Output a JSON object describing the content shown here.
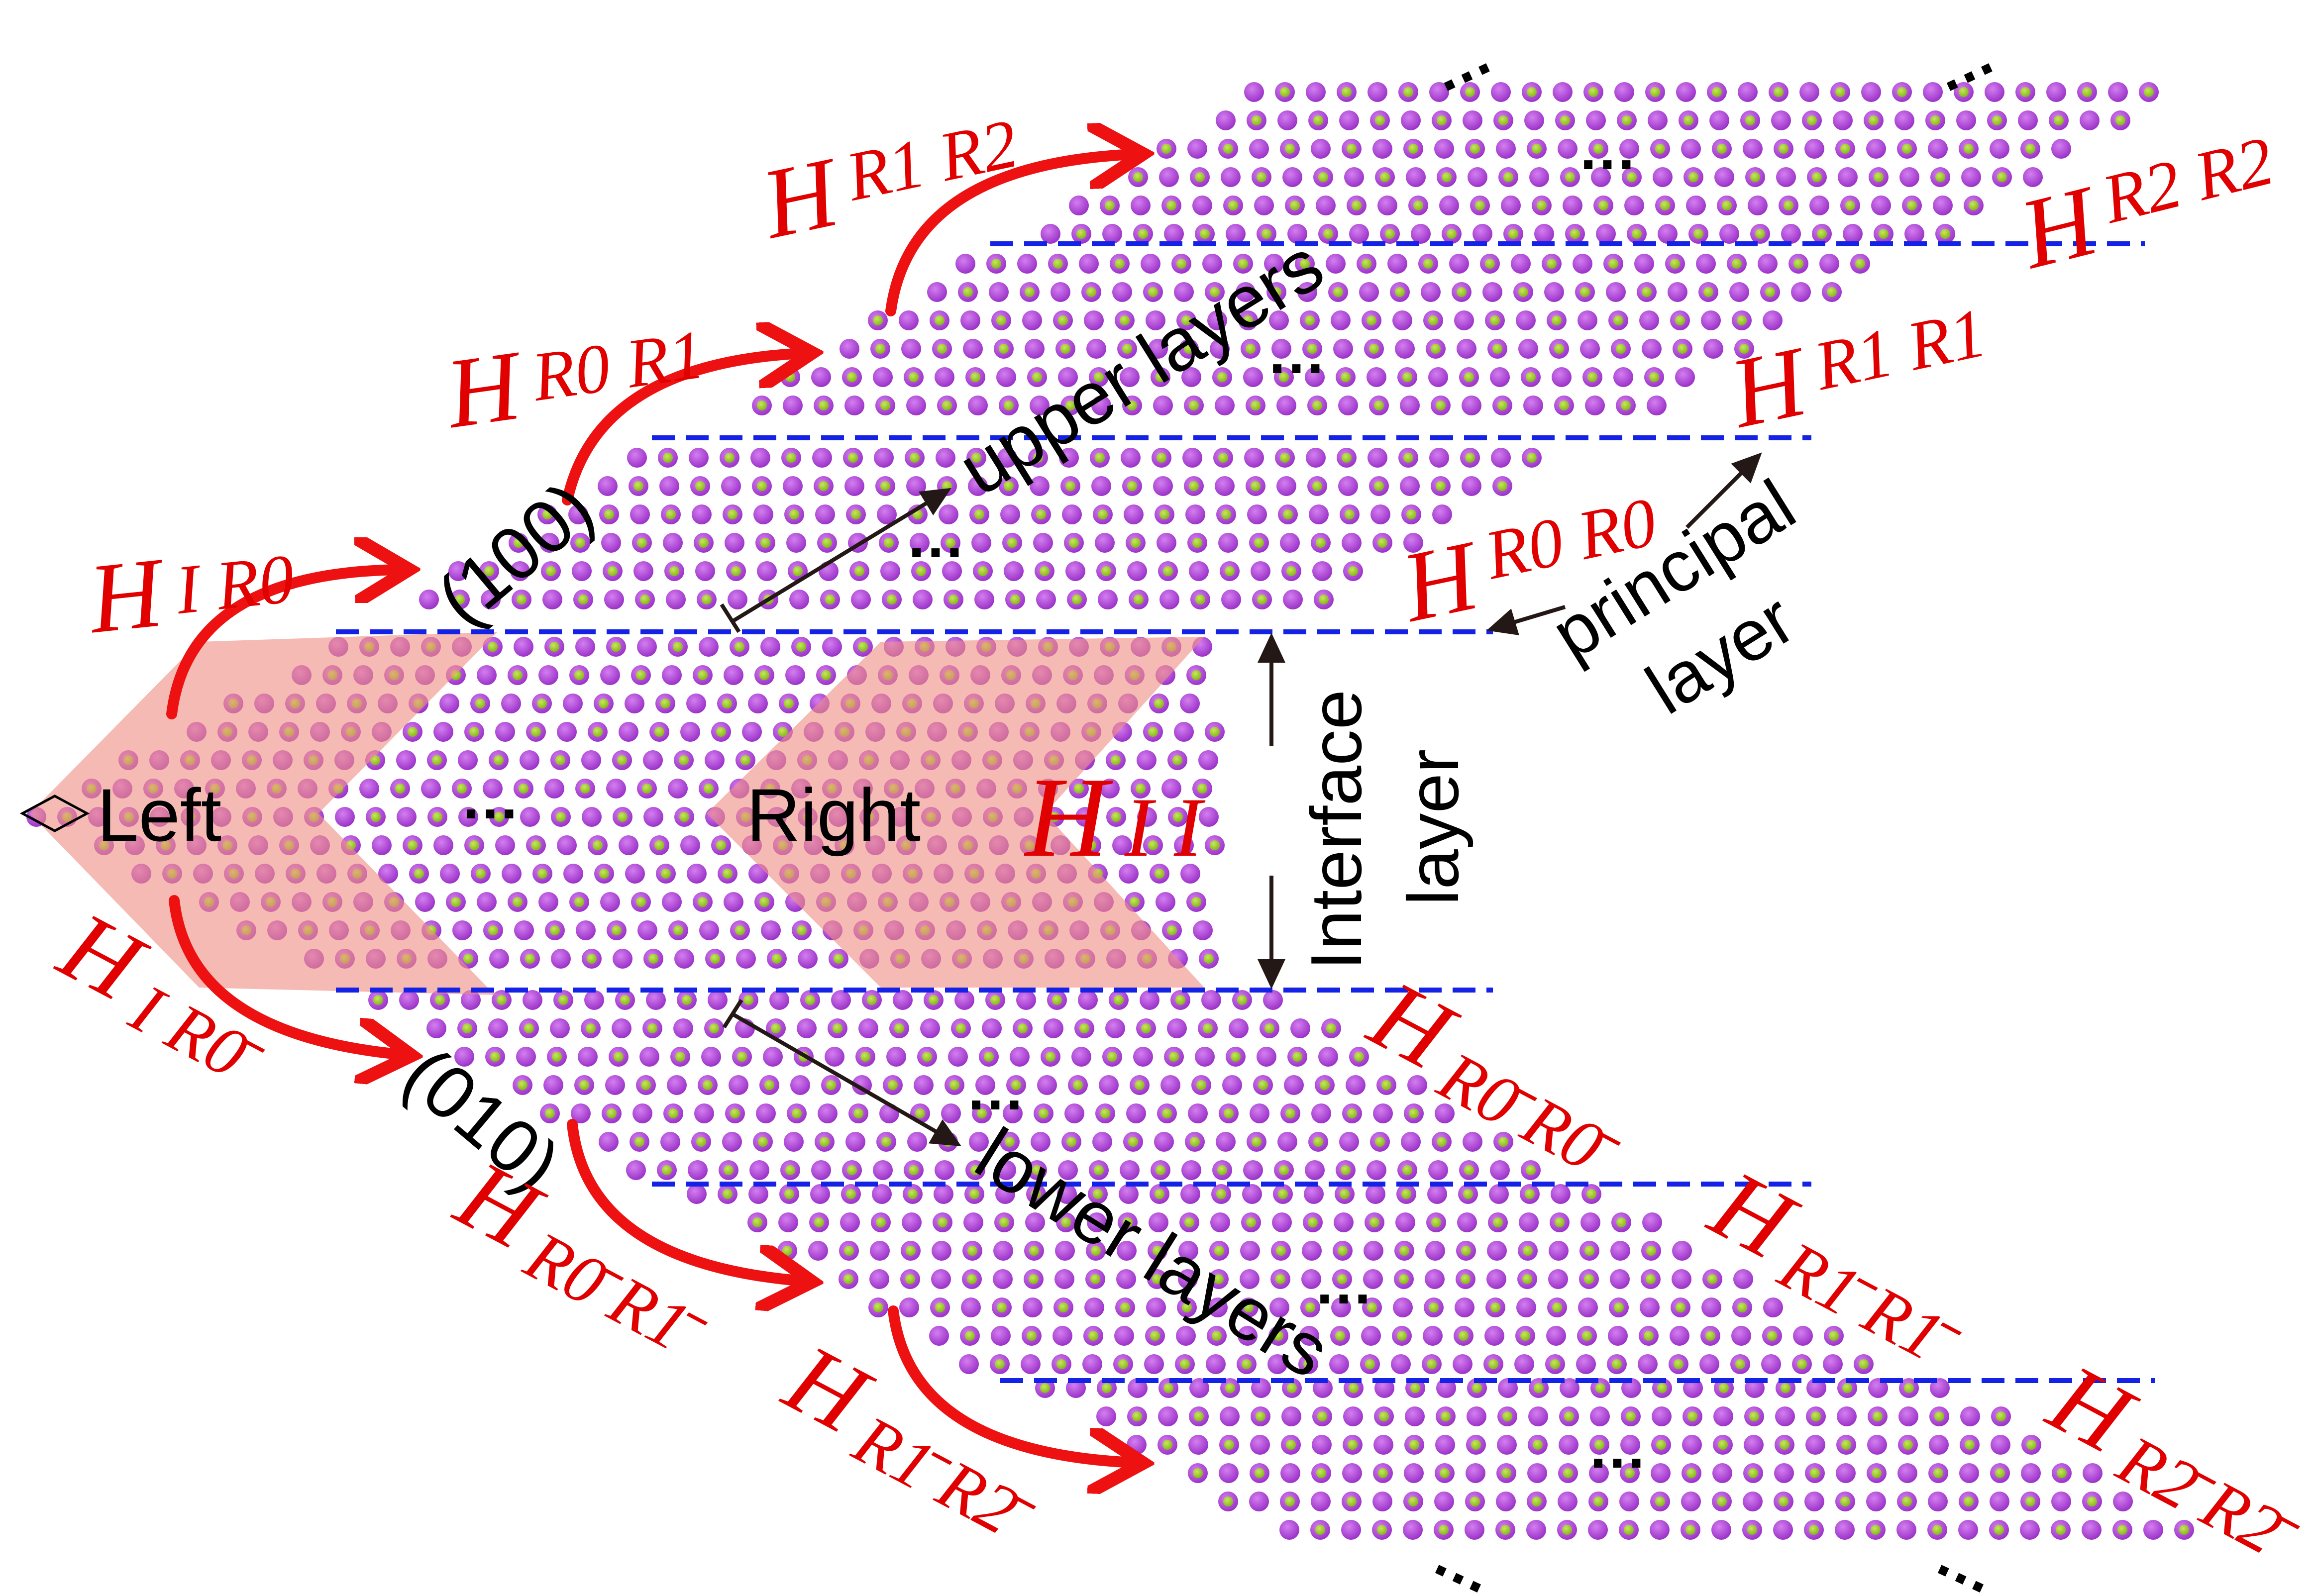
{
  "colors": {
    "atom_purple": "#b44fd8",
    "atom_green": "#9fcd2a",
    "wedge": "#ef8f86",
    "arrow_red": "#ee1111",
    "dashed_blue": "#1422e6",
    "text_black": "#000000",
    "text_red": "#e00000"
  },
  "labels": {
    "left": "Left",
    "right": "Right",
    "upper_layers": "upper layers",
    "lower_layers": "lower layers",
    "principal": "principal",
    "principal_layer": "layer",
    "interface": "Interface",
    "interface_layer": "layer",
    "dir_100": "(100)",
    "dir_010": "(010)",
    "ellipsis": "…"
  },
  "hamiltonians": {
    "H": "H",
    "II": {
      "sub": "I I"
    },
    "IR0": {
      "sub": "I R0"
    },
    "IR0bar": {
      "sub": "I R0̄"
    },
    "R0R1": {
      "sub": "R0 R1"
    },
    "R1R2": {
      "sub": "R1 R2"
    },
    "R2R2": {
      "sub": "R2 R2"
    },
    "R1R1": {
      "sub": "R1 R1"
    },
    "R0R0": {
      "sub": "R0 R0"
    },
    "R0barR0bar": {
      "sub": "R0̄ R0̄"
    },
    "R0barR1bar": {
      "sub": "R0̄ R1̄"
    },
    "R1barR1bar": {
      "sub": "R1̄ R1̄"
    },
    "R1barR2bar": {
      "sub": "R1̄ R2̄"
    },
    "R2barR2bar": {
      "sub": "R2̄ R2̄"
    }
  }
}
